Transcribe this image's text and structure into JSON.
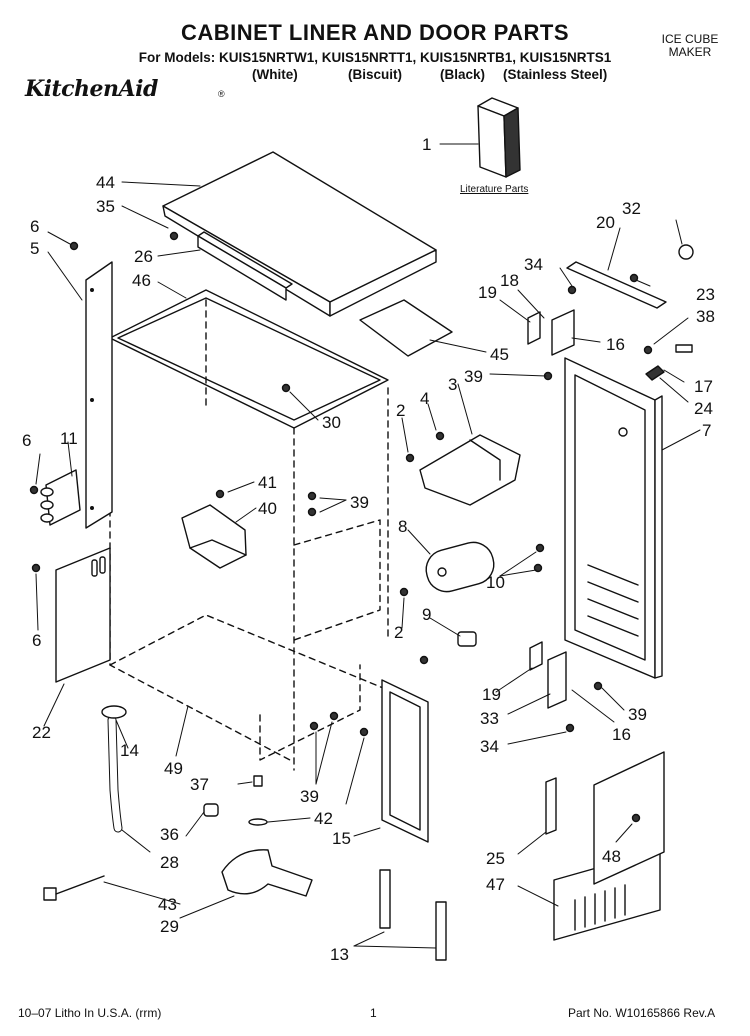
{
  "header": {
    "title": "CABINET LINER AND DOOR PARTS",
    "models_line": "For Models: KUIS15NRTW1, KUIS15NRTT1, KUIS15NRTB1, KUIS15NRTS1",
    "variants": [
      "(White)",
      "(Biscuit)",
      "(Black)",
      "(Stainless Steel)"
    ],
    "brand": "KitchenAid",
    "brand_mark": "®",
    "product_line1": "ICE CUBE",
    "product_line2": "MAKER"
  },
  "diagram": {
    "literature_label": "Literature Parts",
    "callouts": [
      "1",
      "2",
      "3",
      "4",
      "5",
      "6",
      "7",
      "8",
      "9",
      "10",
      "11",
      "13",
      "14",
      "15",
      "16",
      "17",
      "18",
      "19",
      "20",
      "22",
      "23",
      "24",
      "25",
      "26",
      "28",
      "29",
      "30",
      "32",
      "33",
      "34",
      "35",
      "36",
      "37",
      "38",
      "39",
      "40",
      "41",
      "42",
      "43",
      "44",
      "45",
      "46",
      "47",
      "48",
      "49"
    ]
  },
  "footer": {
    "left": "10–07 Litho In U.S.A. (rrm)",
    "page": "1",
    "right": "Part No. W10165866 Rev.A"
  }
}
